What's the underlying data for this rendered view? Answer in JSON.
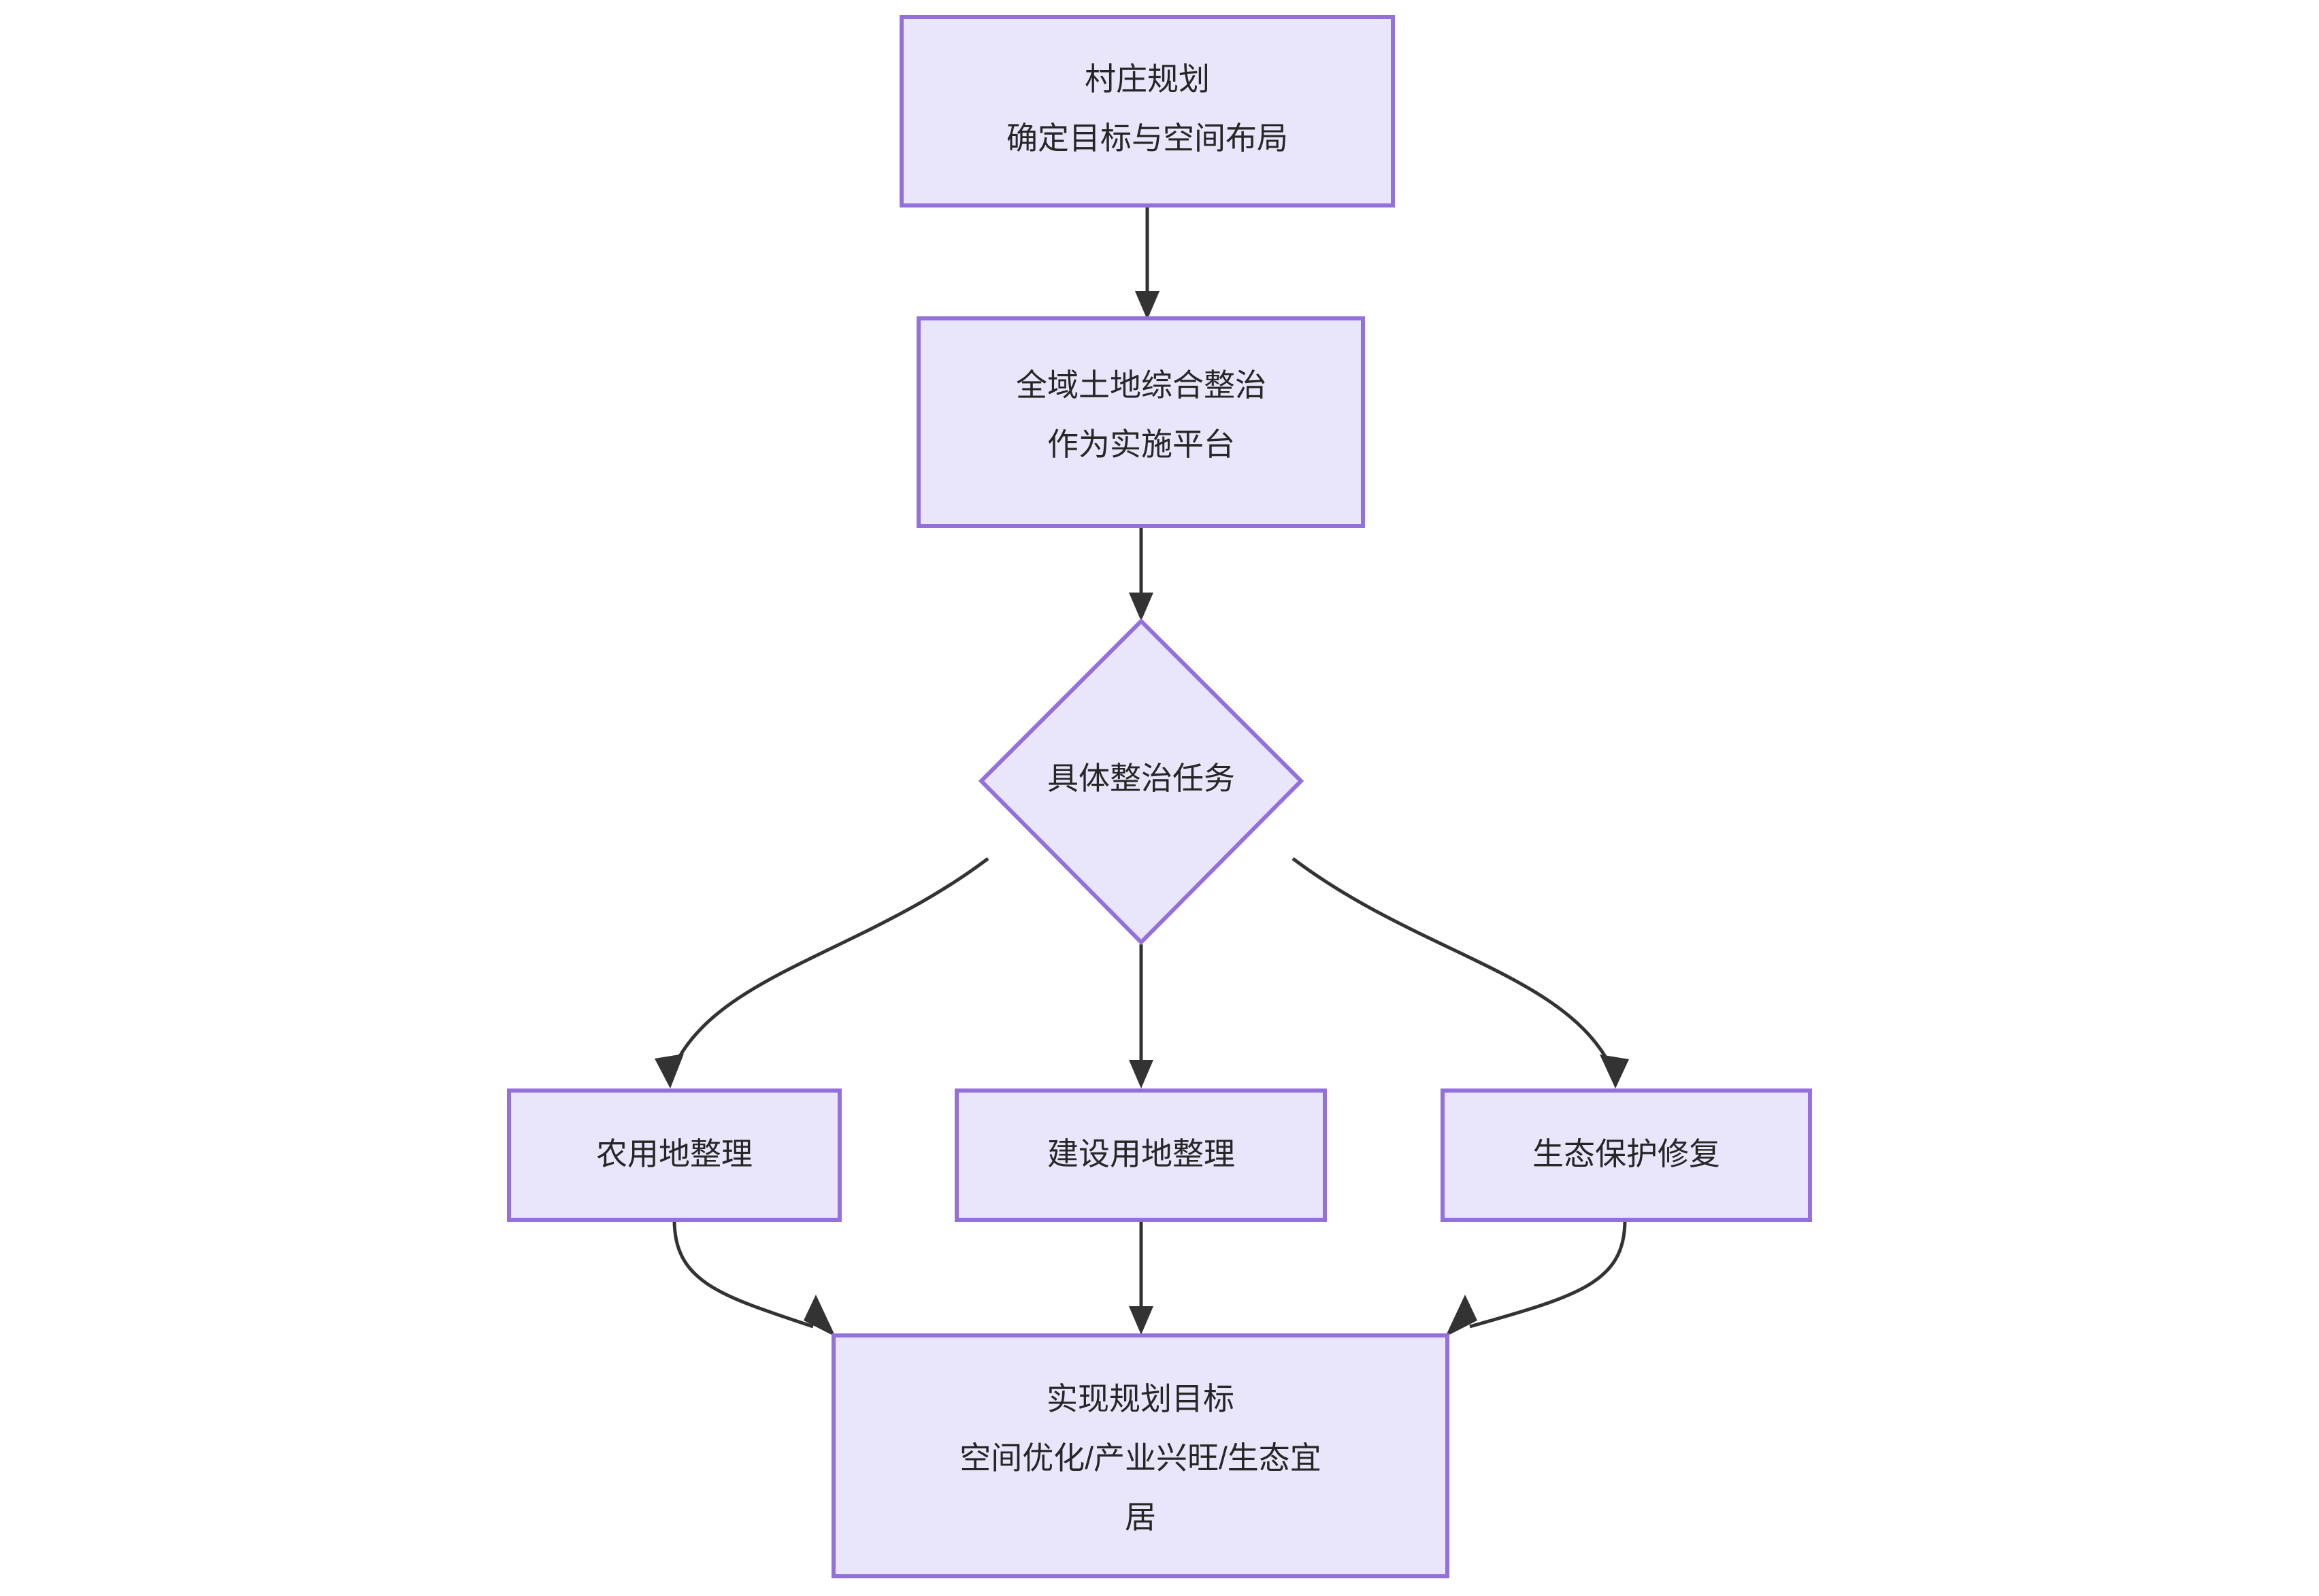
{
  "diagram": {
    "type": "flowchart",
    "direction": "top-to-bottom",
    "background_color": "#ffffff",
    "node_fill_color": "#e9e6fb",
    "node_border_color": "#9370db",
    "edge_color": "#333333",
    "text_color": "#262626",
    "nodes": [
      {
        "id": "n1",
        "shape": "rectangle",
        "lines": [
          "村庄规划",
          "确定目标与空间布局"
        ],
        "line1": "村庄规划",
        "line2": "确定目标与空间布局",
        "line3": ""
      },
      {
        "id": "n2",
        "shape": "rectangle",
        "lines": [
          "全域土地综合整治",
          "作为实施平台"
        ],
        "line1": "全域土地综合整治",
        "line2": "作为实施平台",
        "line3": ""
      },
      {
        "id": "n3",
        "shape": "diamond",
        "lines": [
          "具体整治任务"
        ],
        "line1": "具体整治任务",
        "line2": "",
        "line3": ""
      },
      {
        "id": "n4",
        "shape": "rectangle",
        "lines": [
          "农用地整理"
        ],
        "line1": "农用地整理",
        "line2": "",
        "line3": ""
      },
      {
        "id": "n5",
        "shape": "rectangle",
        "lines": [
          "建设用地整理"
        ],
        "line1": "建设用地整理",
        "line2": "",
        "line3": ""
      },
      {
        "id": "n6",
        "shape": "rectangle",
        "lines": [
          "生态保护修复"
        ],
        "line1": "生态保护修复",
        "line2": "",
        "line3": ""
      },
      {
        "id": "n7",
        "shape": "rectangle",
        "lines": [
          "实现规划目标",
          "空间优化/产业兴旺/生态宜",
          "居"
        ],
        "line1": "实现规划目标",
        "line2": "空间优化/产业兴旺/生态宜",
        "line3": "居"
      }
    ],
    "edges": [
      {
        "from": "n1",
        "to": "n2",
        "style": "straight-arrow",
        "label": ""
      },
      {
        "from": "n2",
        "to": "n3",
        "style": "straight-arrow",
        "label": ""
      },
      {
        "from": "n3",
        "to": "n4",
        "style": "curved-arrow",
        "label": ""
      },
      {
        "from": "n3",
        "to": "n5",
        "style": "straight-arrow",
        "label": ""
      },
      {
        "from": "n3",
        "to": "n6",
        "style": "curved-arrow",
        "label": ""
      },
      {
        "from": "n4",
        "to": "n7",
        "style": "curved-arrow",
        "label": ""
      },
      {
        "from": "n5",
        "to": "n7",
        "style": "straight-arrow",
        "label": ""
      },
      {
        "from": "n6",
        "to": "n7",
        "style": "curved-arrow",
        "label": ""
      }
    ]
  }
}
